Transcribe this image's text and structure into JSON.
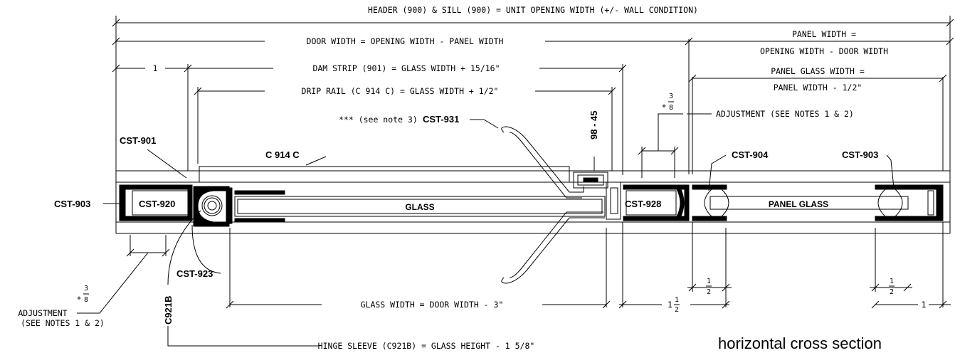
{
  "dims": {
    "header_sill": "HEADER (900) & SILL (900) = UNIT OPENING WIDTH (+/- WALL CONDITION)",
    "door_width": "DOOR WIDTH = OPENING WIDTH - PANEL WIDTH",
    "panel_width_1": "PANEL WIDTH =",
    "panel_width_2": "OPENING WIDTH - DOOR WIDTH",
    "one_left": "1",
    "dam_strip": "DAM STRIP (901) = GLASS WIDTH + 15/16\"",
    "panel_glass_1": "PANEL GLASS WIDTH =",
    "panel_glass_2": "PANEL WIDTH - 1/2\"",
    "drip_rail": "DRIP RAIL (C 914 C) = GLASS WIDTH + 1/2\"",
    "adj_right": "ADJUSTMENT (SEE NOTES 1 & 2)",
    "adj_left_1": "ADJUSTMENT",
    "adj_left_2": "(SEE NOTES 1 & 2)",
    "glass_width": "GLASS WIDTH = DOOR WIDTH - 3\"",
    "hinge_sleeve": "HINGE SLEEVE (C921B) = GLASS HEIGHT - 1 5/8\"",
    "one_and_half_whole": "1",
    "one_right": "1",
    "plus": "+",
    "three": "3",
    "eight": "8",
    "half_num": "1",
    "half_den": "2"
  },
  "labels": {
    "note3_prefix": "*** (see note 3)",
    "cst931": "CST-931",
    "gasket_98_45": "98 - 45",
    "cst901": "CST-901",
    "c914c": "C 914 C",
    "cst904": "CST-904",
    "cst903_right": "CST-903",
    "cst903_left": "CST-903",
    "cst920": "CST-920",
    "glass": "GLASS",
    "cst928": "CST-928",
    "panel_glass": "PANEL GLASS",
    "cst923": "CST-923",
    "c921b": "C921B"
  },
  "caption": "horizontal cross section"
}
